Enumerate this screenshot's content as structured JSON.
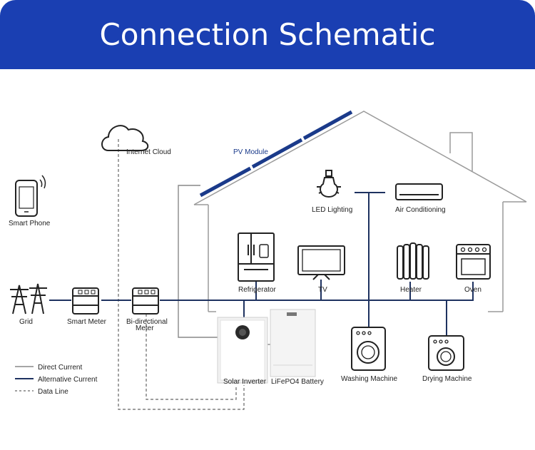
{
  "header": {
    "title": "Connection Schematic"
  },
  "labels": {
    "internet_cloud": "Internet Cloud",
    "pv_module": "PV Module",
    "smart_phone": "Smart Phone",
    "grid": "Grid",
    "smart_meter": "Smart Meter",
    "bidirectional_meter_line1": "Bi-directional",
    "bidirectional_meter_line2": "Meter",
    "led_lighting": "LED Lighting",
    "air_conditioning": "Air Conditioning",
    "refrigerator": "Refrigerator",
    "tv": "TV",
    "heater": "Heater",
    "oven": "Oven",
    "solar_inverter": "Solar Inverter",
    "lifepo4_battery": "LiFePO4 Battery",
    "washing_machine": "Washing Machine",
    "drying_machine": "Drying Machine"
  },
  "legend": {
    "direct_current": "Direct Current",
    "alternative_current": "Alternative Current",
    "data_line": "Data Line"
  },
  "colors": {
    "header_bg": "#1a3fb2",
    "ac_line": "#1e3260",
    "dc_line": "#888888",
    "house_outline": "#9a9a9a",
    "pv_panel": "#1a3a8a"
  }
}
